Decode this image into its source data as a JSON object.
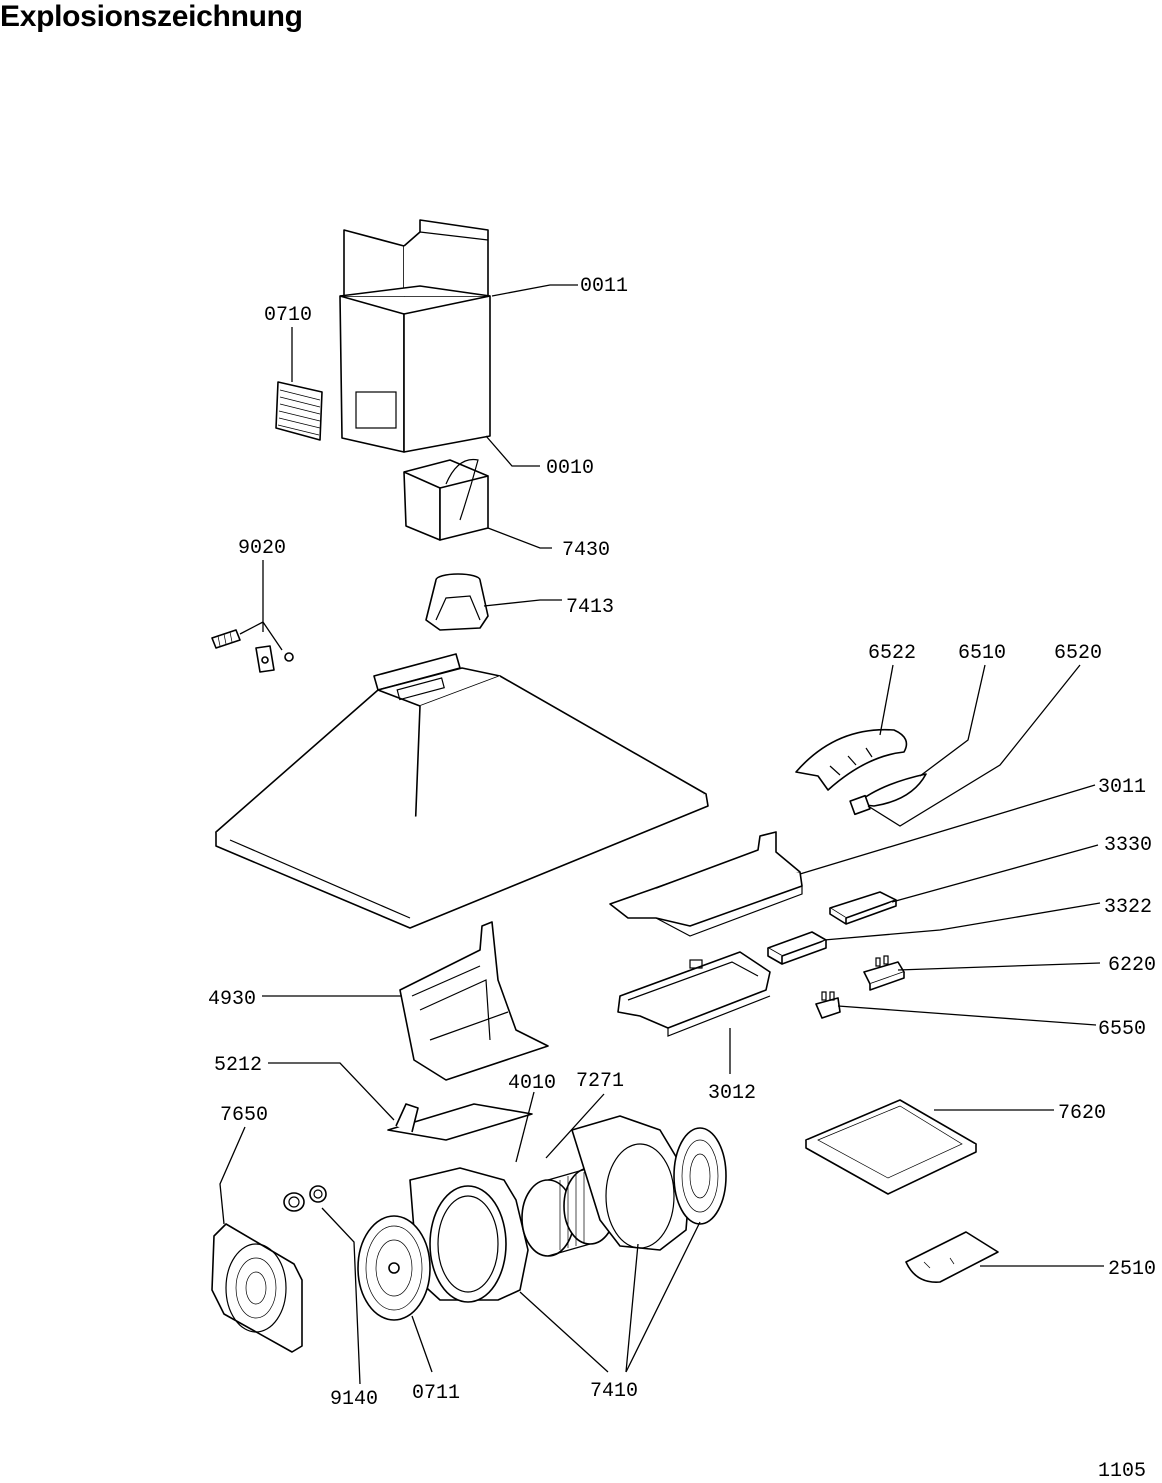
{
  "title": "Explosionszeichnung",
  "page_number": "1105",
  "labels": {
    "p0011": "0011",
    "p0710": "0710",
    "p0010": "0010",
    "p7430": "7430",
    "p9020": "9020",
    "p7413": "7413",
    "p6522": "6522",
    "p6510": "6510",
    "p6520": "6520",
    "p3011": "3011",
    "p3330": "3330",
    "p3322": "3322",
    "p6220": "6220",
    "p4930": "4930",
    "p6550": "6550",
    "p5212": "5212",
    "p4010": "4010",
    "p7271": "7271",
    "p3012": "3012",
    "p7650": "7650",
    "p7620": "7620",
    "p2510": "2510",
    "p9140": "9140",
    "p0711": "0711",
    "p7410": "7410"
  }
}
